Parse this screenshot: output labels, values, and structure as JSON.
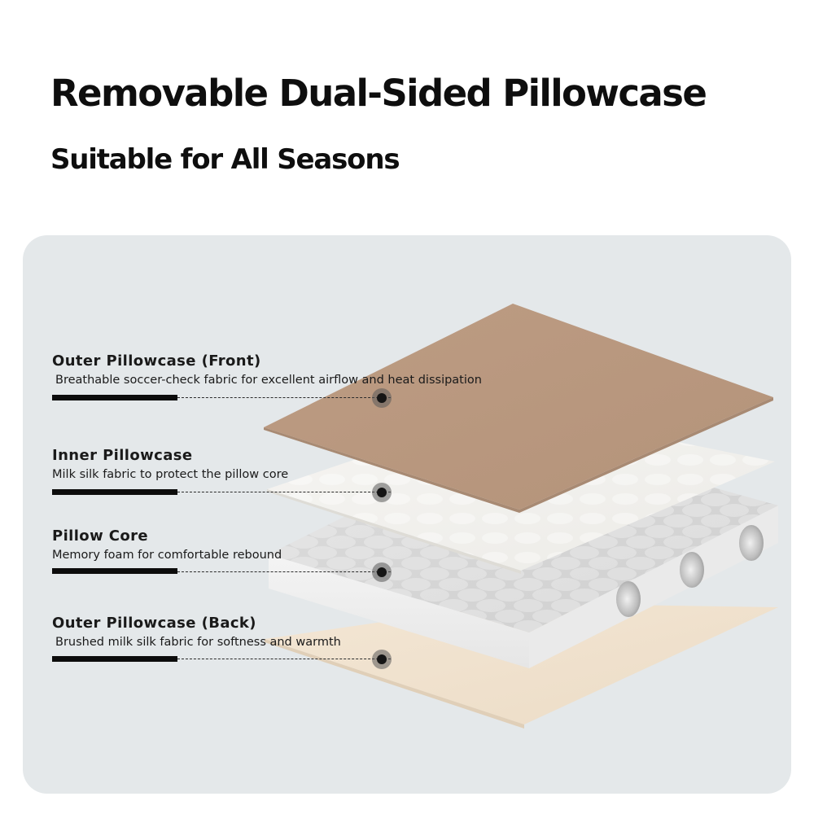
{
  "header": {
    "title": "Removable Dual-Sided Pillowcase",
    "subtitle": "Suitable for All Seasons"
  },
  "layers": [
    {
      "title": "Outer Pillowcase (Front)",
      "description": "Breathable soccer-check fabric for excellent airflow and heat dissipation"
    },
    {
      "title": "Inner Pillowcase",
      "description": "Milk silk fabric to protect the pillow core"
    },
    {
      "title": "Pillow Core",
      "description": "Memory foam for comfortable rebound"
    },
    {
      "title": "Outer Pillowcase (Back)",
      "description": "Brushed milk silk fabric for softness and warmth"
    }
  ],
  "colors": {
    "panel": "#e4e8ea",
    "front_fabric": "#b9987f",
    "inner_fabric": "#f4f2ee",
    "core_foam": "#f2f2f2",
    "back_fabric": "#f1e2ce",
    "marker": "#151515"
  }
}
